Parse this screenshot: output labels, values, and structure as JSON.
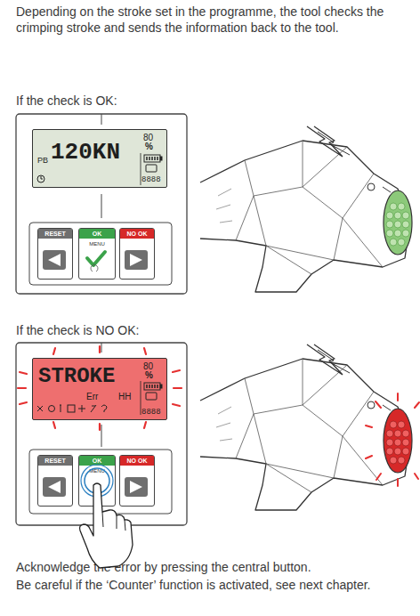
{
  "diagram": {
    "nodes": [
      {
        "text": [
          "120KN",
          "80",
          "%",
          "PB",
          "8888"
        ]
      },
      {
        "text": [
          "RESET"
        ]
      },
      {
        "text": [
          "OK",
          "MENU"
        ]
      },
      {
        "text": [
          "NO OK"
        ]
      },
      {
        "text": [
          "STROKE",
          "Err",
          "HH",
          "80",
          "%",
          "8888"
        ]
      },
      {
        "text": [
          "RESET"
        ]
      },
      {
        "text": [
          "OK",
          "MENU"
        ]
      },
      {
        "text": [
          "NO OK"
        ]
      }
    ],
    "labels": [
      "Depending on the stroke set in the programme, the tool checks the crimping stroke and sends the information back to the tool.",
      "If the check is OK:",
      "If the check is NO OK:",
      "Acknowledge the error by pressing the central button.",
      "Be careful if the ‘Counter’ function is activated, see next chapter."
    ]
  }
}
